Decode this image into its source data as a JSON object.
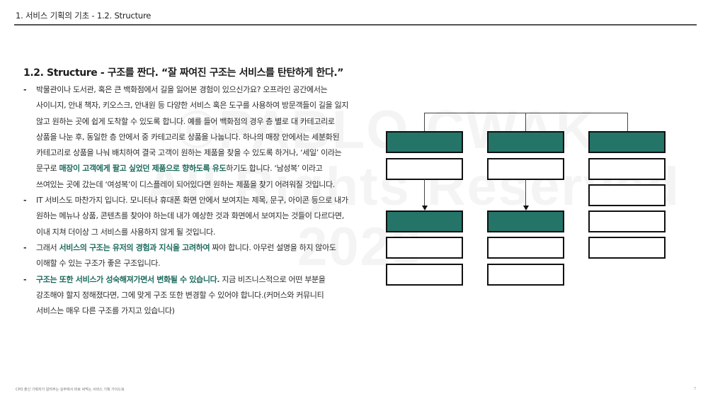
{
  "header": {
    "title": "1. 서비스 기획의 기초 - 1.2. Structure"
  },
  "section": {
    "title": "1.2. Structure - 구조를 짠다. “잘 짜여진 구조는 서비스를 탄탄하게 한다.”"
  },
  "bullets": [
    {
      "dash": "-",
      "parts": [
        {
          "text": "박물관이나 도서관, 혹은 큰 백화점에서 길을 잃어본 경험이 있으신가요? 오프라인 공간에서는 사이니지, 안내 책자, 키오스크, 안내원 등 다양한 서비스 혹은 도구를 사용하여 방문객들이 길을 잃지 않고 원하는 곳에 쉽게 도착할 수 있도록 합니다. 예를 들어 백화점의 경우 층 별로 대 카테고리로 상품을 나눈 후, 동일한 층 안에서 중 카테고리로 상품을 나눕니다. 하나의 매장 안에서는 세분화된 카테고리로 상품을 나눠 배치하여 결국 고객이 원하는 제품을 찾을 수 있도록 하거나, ‘세일’ 이라는 문구로 ",
          "highlight": false
        },
        {
          "text": "매장이 고객에게 팔고 싶었던 제품으로 향하도록 유도",
          "highlight": true
        },
        {
          "text": "하기도 합니다. ‘남성복’ 이라고 쓰여있는 곳에 갔는데 ‘여성복’이 디스플레이 되어있다면 원하는 제품을 찾기 어려워질 것입니다.",
          "highlight": false
        }
      ]
    },
    {
      "dash": "-",
      "parts": [
        {
          "text": "IT 서비스도 마찬가지 입니다. 모니터나 휴대폰 화면 안에서 보여지는 제목, 문구, 아이콘 등으로 내가 원하는 메뉴나 상품, 콘텐츠를 찾아야 하는데 내가 예상한 것과 화면에서 보여지는 것들이 다르다면, 이내 지쳐 더이상 그 서비스를 사용하지 않게 될 것입니다.",
          "highlight": false
        }
      ]
    },
    {
      "dash": "-",
      "parts": [
        {
          "text": "그래서 ",
          "highlight": false
        },
        {
          "text": "서비스의 구조는 유저의 경험과 지식을 고려하여",
          "highlight": true
        },
        {
          "text": " 짜야 합니다. 아무런 설명을 하지 않아도 이해할 수 있는 구조가 좋은 구조입니다.",
          "highlight": false
        }
      ]
    },
    {
      "dash": "-",
      "parts": [
        {
          "text": "구조는 또한 서비스가 성숙해져가면서 변화될 수 있습니다.",
          "highlight": true
        },
        {
          "text": " 지금 비즈니스적으로 어떤 부분을 강조해야 할지 정해졌다면, 그에 맞게 구조 또한 변경할 수 있어야 합니다.(커머스와 커뮤니티 서비스는 매우 다른 구조를 가지고 있습니다)",
          "highlight": false
        }
      ]
    }
  ],
  "watermark": {
    "line1": "©PABLO CWAK",
    "line2": "All Rights Reserved",
    "line3": "2023"
  },
  "diagram": {
    "colors": {
      "primary": "#247468",
      "secondary": "#ffffff",
      "border": "#111111"
    },
    "columns": [
      {
        "groups": [
          {
            "header": "teal",
            "items": 1
          },
          {
            "header": "teal",
            "items": 2
          }
        ]
      },
      {
        "groups": [
          {
            "header": "teal",
            "items": 1
          },
          {
            "header": "teal",
            "items": 2
          }
        ]
      },
      {
        "groups": [
          {
            "header": "teal",
            "items": 4
          }
        ]
      }
    ]
  },
  "footer": {
    "book_title": "CPO 출신 기획자가 알려주는 실무에서 바로 써먹는 서비스 기획 가이드북",
    "page_number": "7"
  }
}
